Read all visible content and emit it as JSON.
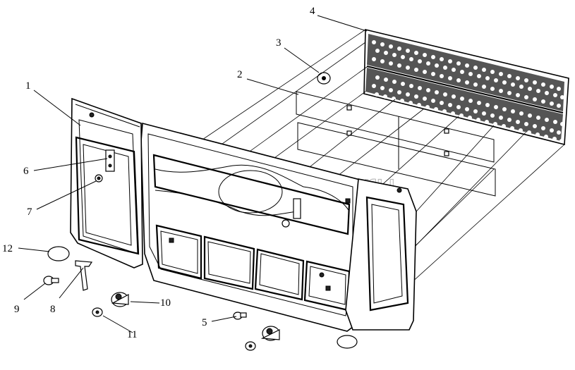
{
  "diagram": {
    "watermark_text": "autoparter.ru",
    "callouts": [
      {
        "id": "1",
        "text": "1"
      },
      {
        "id": "2",
        "text": "2"
      },
      {
        "id": "3",
        "text": "3"
      },
      {
        "id": "4",
        "text": "4"
      },
      {
        "id": "5",
        "text": "5"
      },
      {
        "id": "6",
        "text": "6"
      },
      {
        "id": "7",
        "text": "7"
      },
      {
        "id": "8",
        "text": "8"
      },
      {
        "id": "9",
        "text": "9"
      },
      {
        "id": "10",
        "text": "10"
      },
      {
        "id": "11",
        "text": "11"
      },
      {
        "id": "12",
        "text": "12"
      }
    ]
  }
}
